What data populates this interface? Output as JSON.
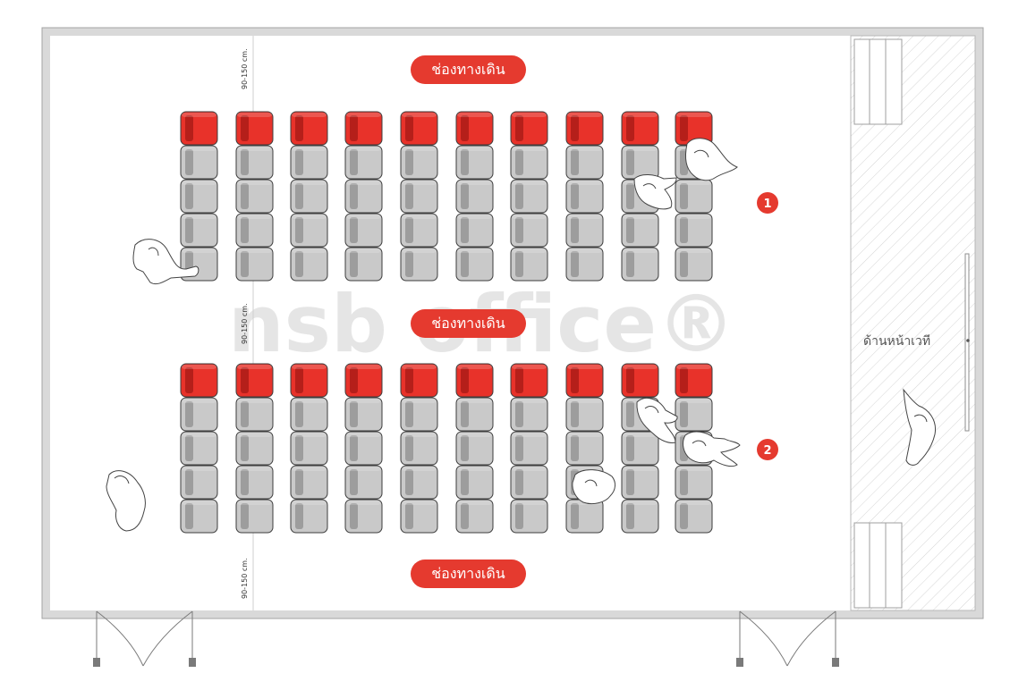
{
  "labels": {
    "aisle_top": "ช่องทางเดิน",
    "aisle_middle": "ช่องทางเดิน",
    "aisle_bottom": "ช่องทางเดิน",
    "clearance_top": "90-150 cm.",
    "clearance_middle": "90-150 cm.",
    "clearance_bottom": "90-150 cm.",
    "section_1": "1",
    "section_2": "2",
    "stage": "ด้านหน้าเวที",
    "watermark": "nsb office®"
  },
  "seating": {
    "sections": 2,
    "rows_per_section": 5,
    "seats_per_row": 10,
    "front_row_highlight": true
  },
  "colors": {
    "wall": "#d9d9d9",
    "wall_edge": "#9a9a9a",
    "seat_red": "#e8322a",
    "seat_red_dark": "#b51f1a",
    "seat_gray": "#c9c9c9",
    "seat_gray_dark": "#9d9d9d",
    "pill_red": "#e53a2f",
    "stage_hatch": "#d5d5d5"
  }
}
